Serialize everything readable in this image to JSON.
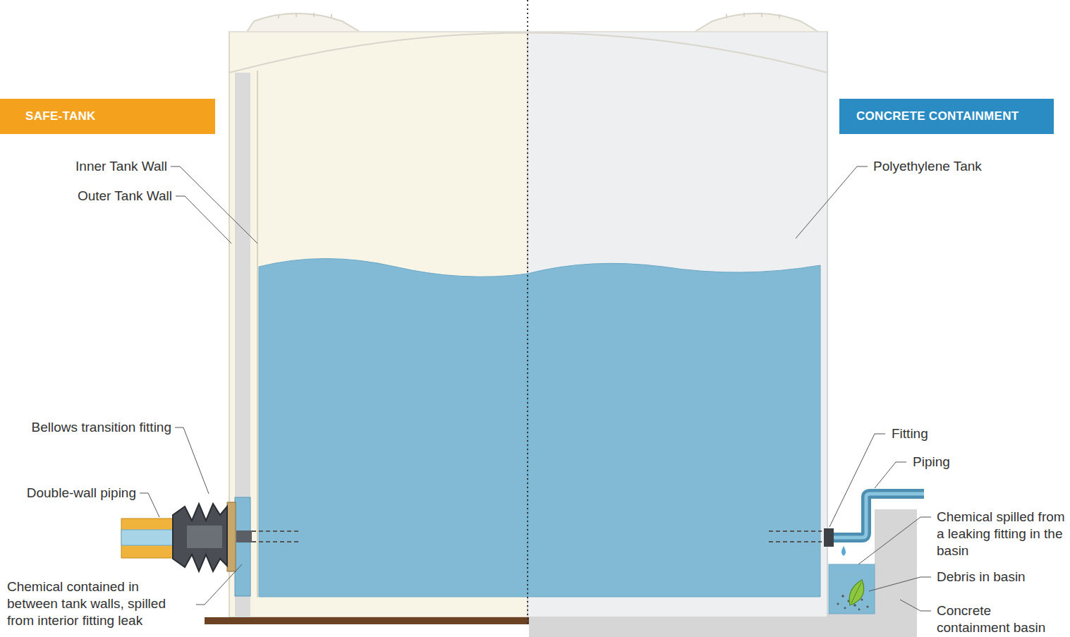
{
  "diagram": {
    "nodes": [
      {
        "text": [
          "SAFE-TANK"
        ]
      },
      {
        "text": [
          "CONCRETE CONTAINMENT"
        ]
      }
    ],
    "labels": [
      "Inner Tank Wall",
      "Outer Tank Wall",
      "Polyethylene Tank",
      "Bellows transition fitting",
      "Double-wall piping",
      "Chemical contained in between tank walls, spilled from interior fitting leak",
      "Fitting",
      "Piping",
      "Chemical spilled from a leaking fitting in the basin",
      "Debris in basin",
      "Concrete containment basin"
    ]
  }
}
